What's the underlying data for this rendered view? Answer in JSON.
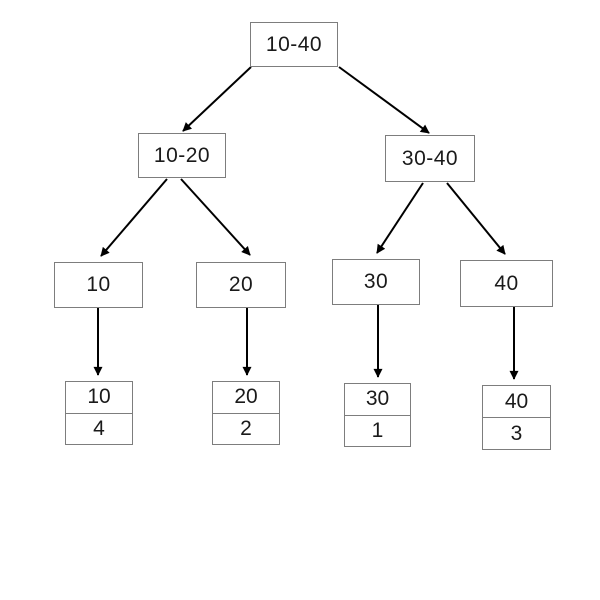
{
  "diagram": {
    "type": "segment-tree",
    "colors": {
      "box_border": "#7d7d7d",
      "edge": "#000000",
      "text": "#1a1a1a",
      "background": "#ffffff"
    },
    "tree": {
      "root": {
        "label": "10-40",
        "children": [
          "10-20",
          "30-40"
        ]
      },
      "internal": [
        {
          "label": "10-20",
          "children": [
            "10",
            "20"
          ]
        },
        {
          "label": "30-40",
          "children": [
            "30",
            "40"
          ]
        }
      ],
      "level3": [
        {
          "label": "10"
        },
        {
          "label": "20"
        },
        {
          "label": "30"
        },
        {
          "label": "40"
        }
      ],
      "leaves": [
        {
          "key": "10",
          "value": "4"
        },
        {
          "key": "20",
          "value": "2"
        },
        {
          "key": "30",
          "value": "1"
        },
        {
          "key": "40",
          "value": "3"
        }
      ]
    }
  }
}
